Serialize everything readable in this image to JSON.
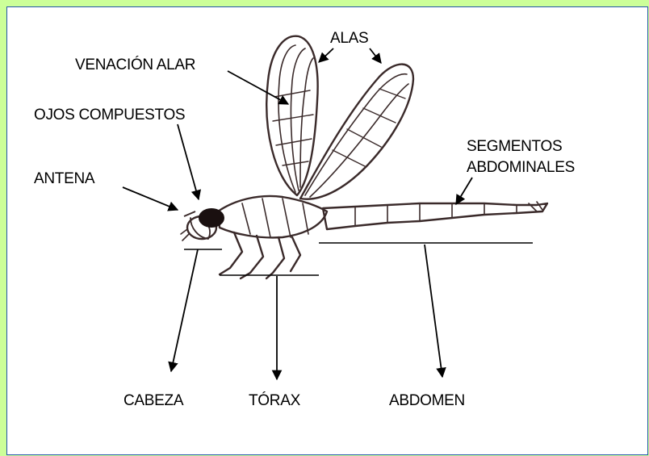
{
  "colors": {
    "background": "#ccff99",
    "panel": "#ffffff",
    "border": "#2255aa",
    "ink": "#3a2a2a"
  },
  "labels": {
    "alas": "ALAS",
    "venacion": "VENACIÓN ALAR",
    "ojos": "OJOS COMPUESTOS",
    "antena": "ANTENA",
    "segmentos_1": "SEGMENTOS",
    "segmentos_2": "ABDOMINALES",
    "cabeza": "CABEZA",
    "torax": "TÓRAX",
    "abdomen": "ABDOMEN"
  }
}
